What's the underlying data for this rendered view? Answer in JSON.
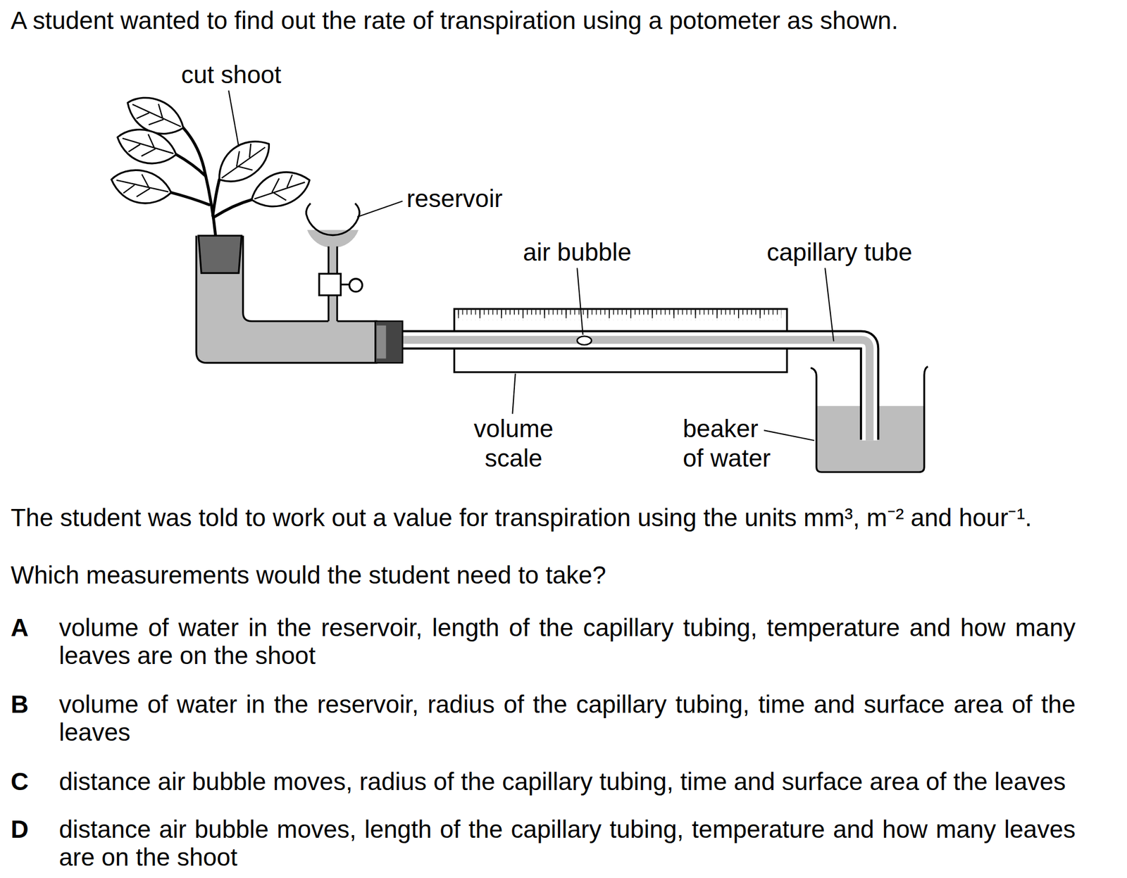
{
  "diagram": {
    "labels": [
      "A student wanted to find out the rate of transpiration using a potometer as shown.",
      "cut shoot",
      "reservoir",
      "air bubble",
      "capillary tube",
      "volume scale",
      "beaker of water",
      "The student was told to work out a value for transpiration using the units mm³, m⁻² and hour⁻¹.",
      "Which measurements would the student need to take?",
      "A",
      "volume of water in the reservoir, length of the capillary tubing, temperature and how many leaves are on the shoot",
      "B",
      "volume of water in the reservoir, radius of the capillary tubing, time and surface area of the leaves",
      "C",
      "distance air bubble moves, radius of the capillary tubing, time and surface area of the leaves",
      "D",
      "distance air bubble moves, length of the capillary tubing, temperature and how many leaves are on the shoot"
    ]
  }
}
